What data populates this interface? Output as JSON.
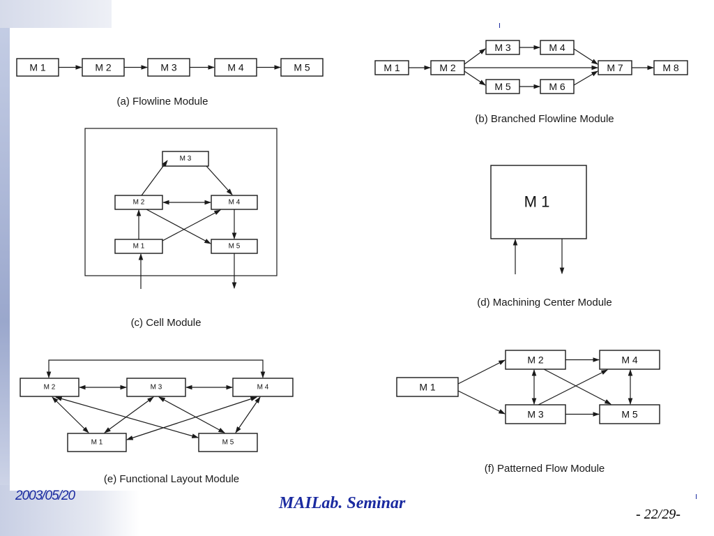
{
  "footer": {
    "date": "2003/05/20",
    "seminar": "MAILab.  Seminar",
    "page": "- 22/29-"
  },
  "diagrams": {
    "a": {
      "caption": "(a) Flowline Module",
      "modules": [
        "M 1",
        "M 2",
        "M 3",
        "M 4",
        "M 5"
      ]
    },
    "b": {
      "caption": "(b) Branched Flowline Module",
      "modules": [
        "M 1",
        "M 2",
        "M 3",
        "M 4",
        "M 5",
        "M 6",
        "M 7",
        "M 8"
      ]
    },
    "c": {
      "caption": "(c) Cell Module",
      "modules": [
        "M 3",
        "M 2",
        "M 4",
        "M 1",
        "M 5"
      ]
    },
    "d": {
      "caption": "(d) Machining Center Module",
      "modules": [
        "M 1"
      ]
    },
    "e": {
      "caption": "(e) Functional Layout Module",
      "modules": [
        "M 2",
        "M 3",
        "M 4",
        "M 1",
        "M 5"
      ]
    },
    "f": {
      "caption": "(f) Patterned Flow Module",
      "modules": [
        "M 1",
        "M 2",
        "M 4",
        "M 3",
        "M 5"
      ]
    }
  },
  "colors": {
    "footer_text": "#1a2aa0",
    "line": "#1a1a1a"
  }
}
